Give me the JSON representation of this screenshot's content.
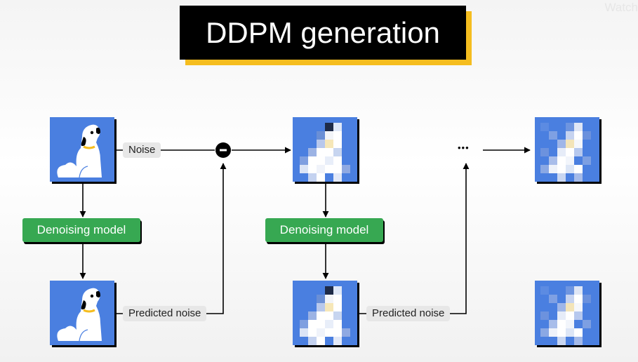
{
  "watermark": "Watch",
  "title": "DDPM generation",
  "labels": {
    "noise": "Noise",
    "denoising_model": "Denoising model",
    "predicted_noise": "Predicted noise",
    "ellipsis": "•••"
  },
  "colors": {
    "tile_blue": "#4a7fe0",
    "model_green": "#37a852",
    "title_shadow": "#f5bd1f",
    "pill_gray": "#e7e7e7"
  },
  "icons": [
    "dog-image",
    "pixelated-dog-image",
    "minus-icon"
  ]
}
